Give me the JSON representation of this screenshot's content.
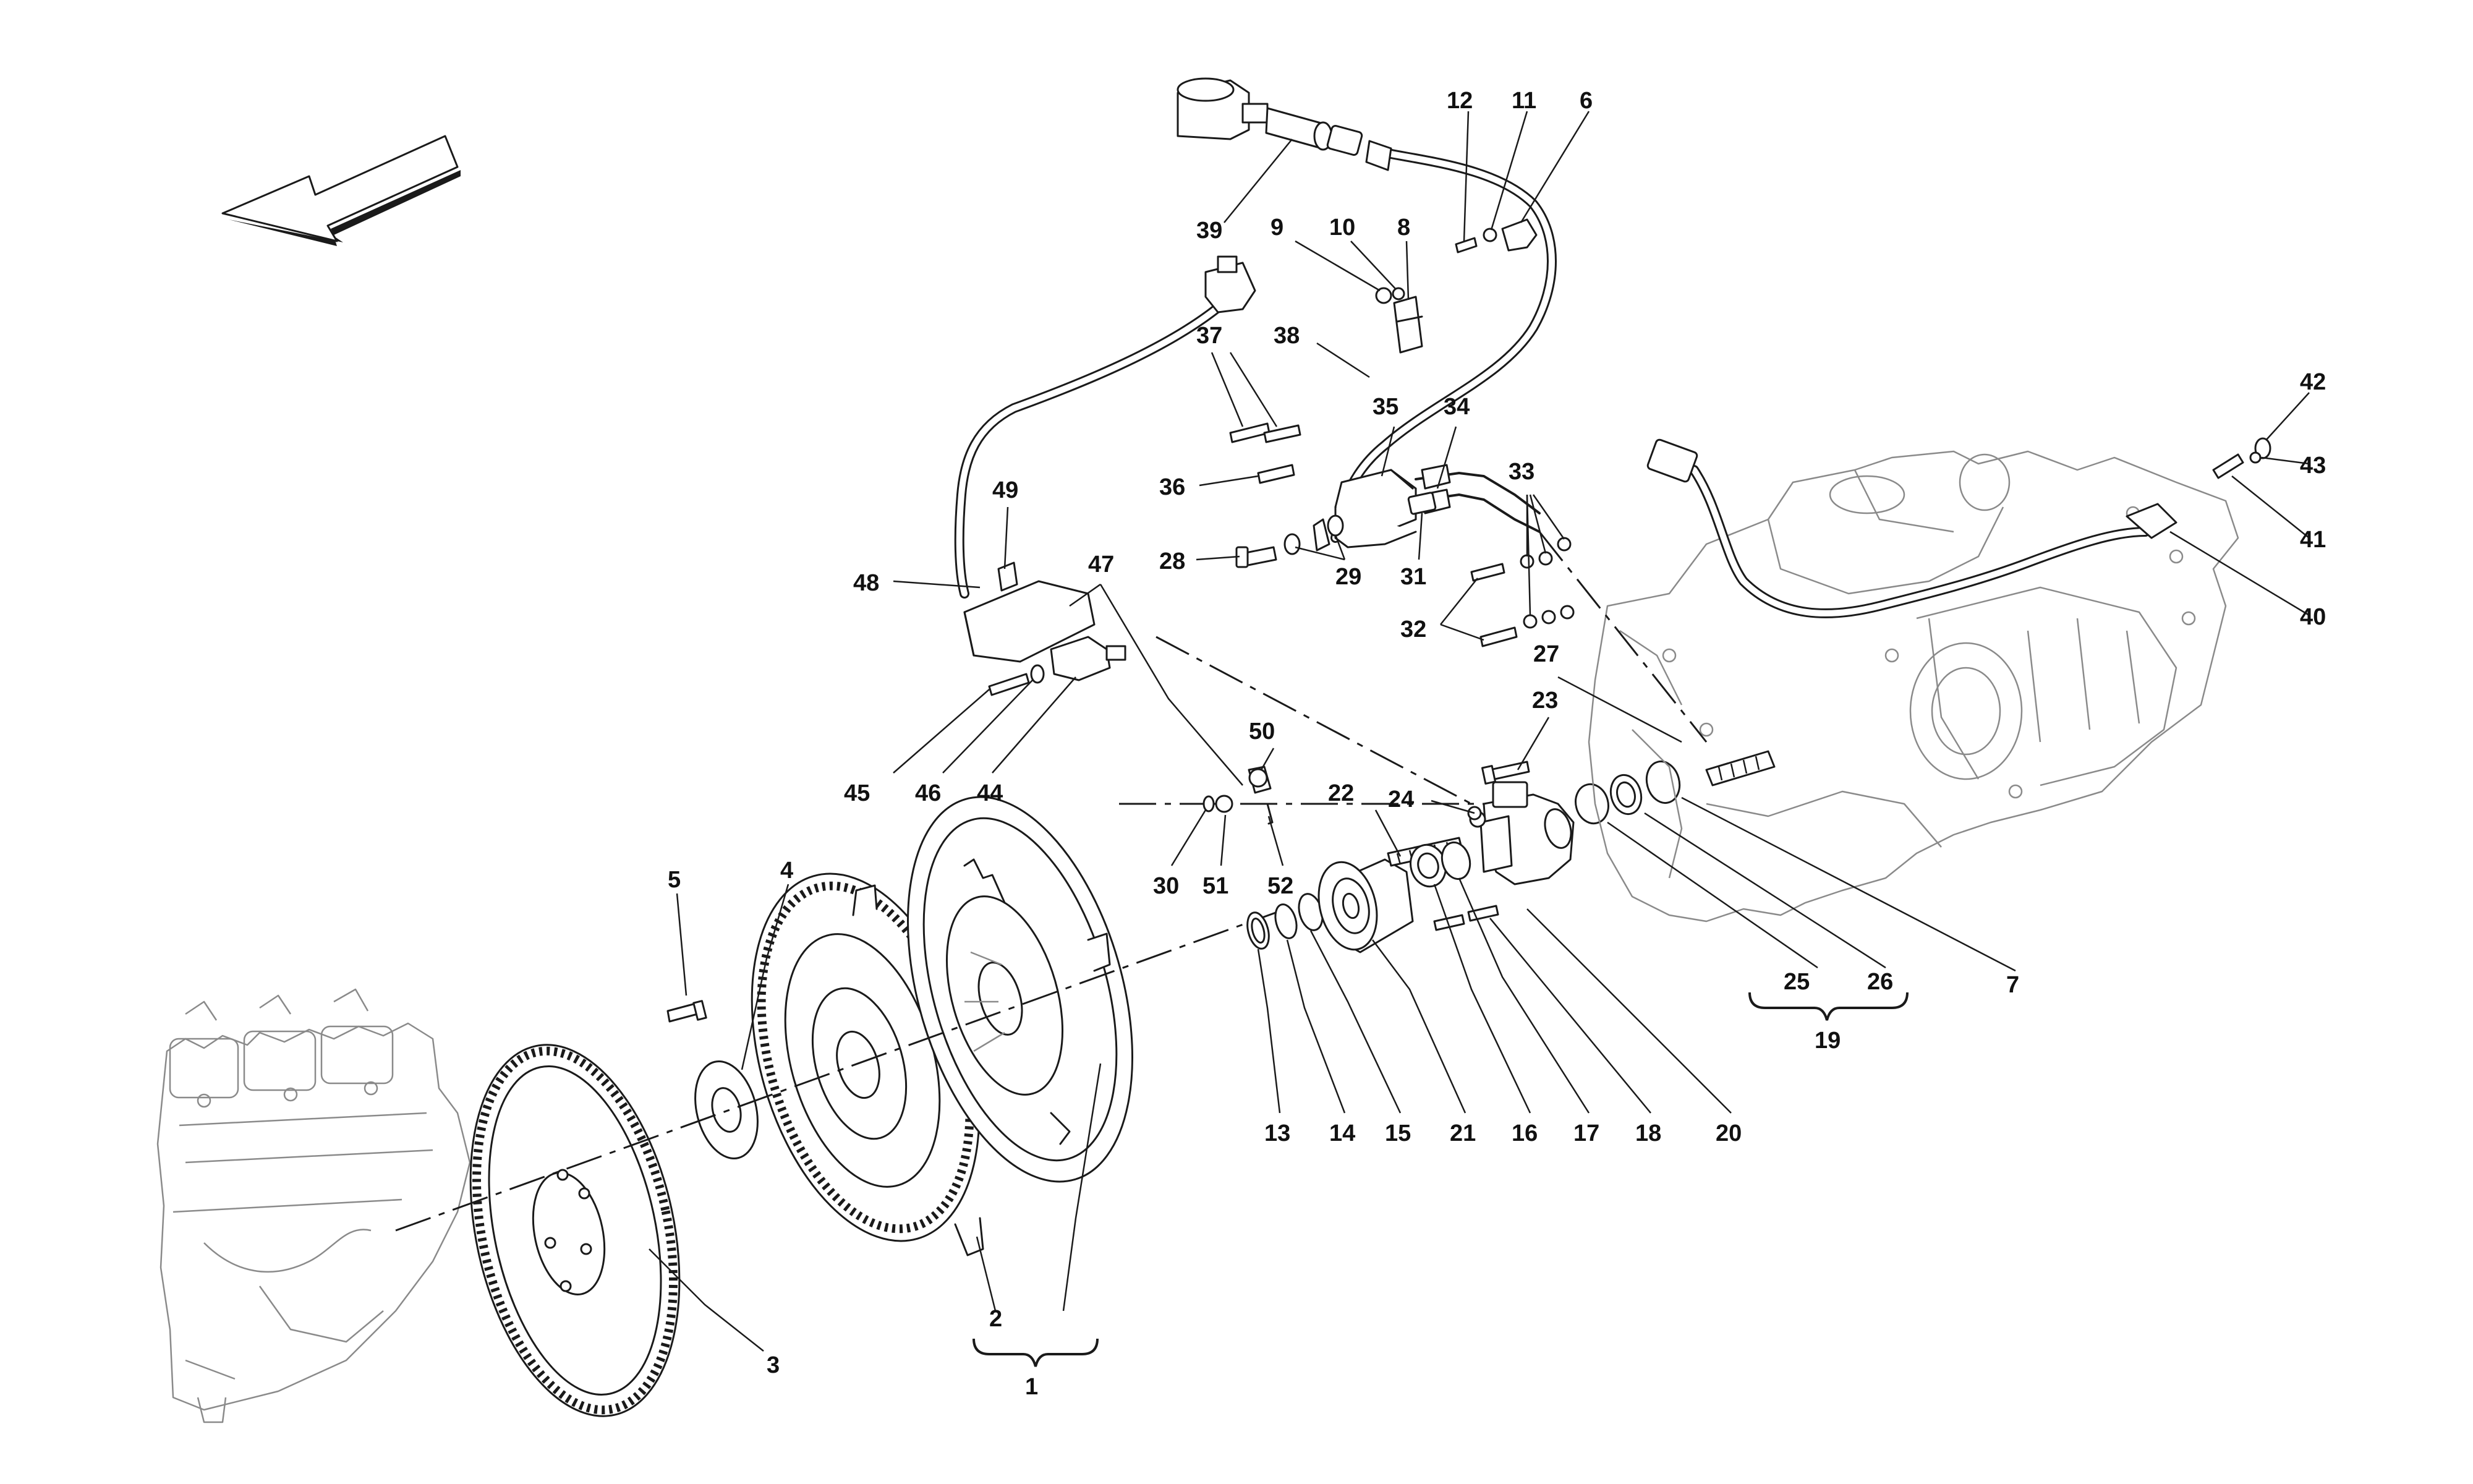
{
  "diagram": {
    "type": "exploded-parts-diagram",
    "colors": {
      "line": "#1a1a1a",
      "background": "#ffffff",
      "ghost_line": "#8a8a8a"
    },
    "icons": [
      "direction-arrow-icon"
    ],
    "callouts": {
      "n1": "1",
      "n2": "2",
      "n3": "3",
      "n4": "4",
      "n5": "5",
      "n6": "6",
      "n7": "7",
      "n8": "8",
      "n9": "9",
      "n10": "10",
      "n11": "11",
      "n12": "12",
      "n13": "13",
      "n14": "14",
      "n15": "15",
      "n16": "16",
      "n17": "17",
      "n18": "18",
      "n19": "19",
      "n20": "20",
      "n21": "21",
      "n22": "22",
      "n23": "23",
      "n24": "24",
      "n25": "25",
      "n26": "26",
      "n27": "27",
      "n28": "28",
      "n29": "29",
      "n30": "30",
      "n31": "31",
      "n32": "32",
      "n33": "33",
      "n34": "34",
      "n35": "35",
      "n36": "36",
      "n37": "37",
      "n38": "38",
      "n39": "39",
      "n40": "40",
      "n41": "41",
      "n42": "42",
      "n43": "43",
      "n44": "44",
      "n45": "45",
      "n46": "46",
      "n47": "47",
      "n48": "48",
      "n49": "49",
      "n50": "50",
      "n51": "51",
      "n52": "52"
    }
  }
}
